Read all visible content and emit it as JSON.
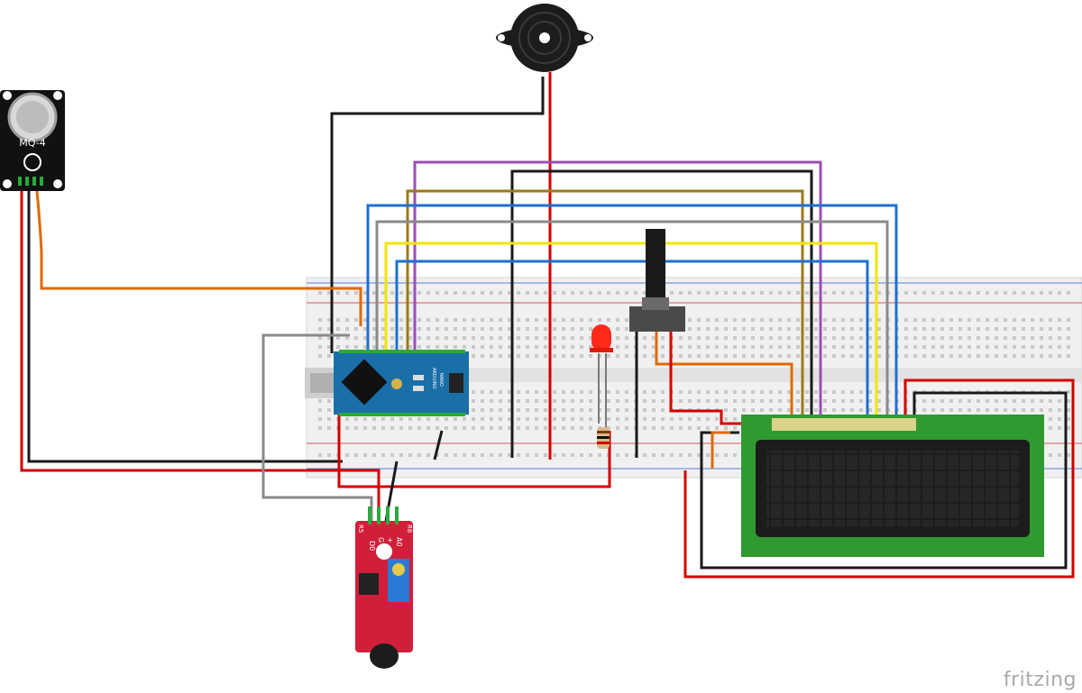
{
  "diagram": {
    "branding": "fritzing",
    "components": {
      "gas_sensor_label": "MQ-4",
      "flame_sensor_labels": [
        "D0",
        "G",
        "+",
        "A0",
        "R5",
        "R6"
      ],
      "arduino_labels": [
        "ARDUINO",
        "NANO"
      ]
    },
    "wire_colors": {
      "red": "#d40000",
      "black": "#1a1a1a",
      "orange": "#e06a00",
      "blue": "#1f6fd1",
      "yellow": "#f2e600",
      "purple": "#9b4fb6",
      "brown": "#9a7a1a",
      "gray": "#8a8a8a"
    },
    "part_colors": {
      "arduino": "#1a6fa8",
      "lcd_board": "#2f9a2f",
      "lcd_screen": "#1c1c1c",
      "flame_sensor": "#d11f3a",
      "breadboard": "#efefef",
      "led": "#ff2a1a"
    }
  }
}
